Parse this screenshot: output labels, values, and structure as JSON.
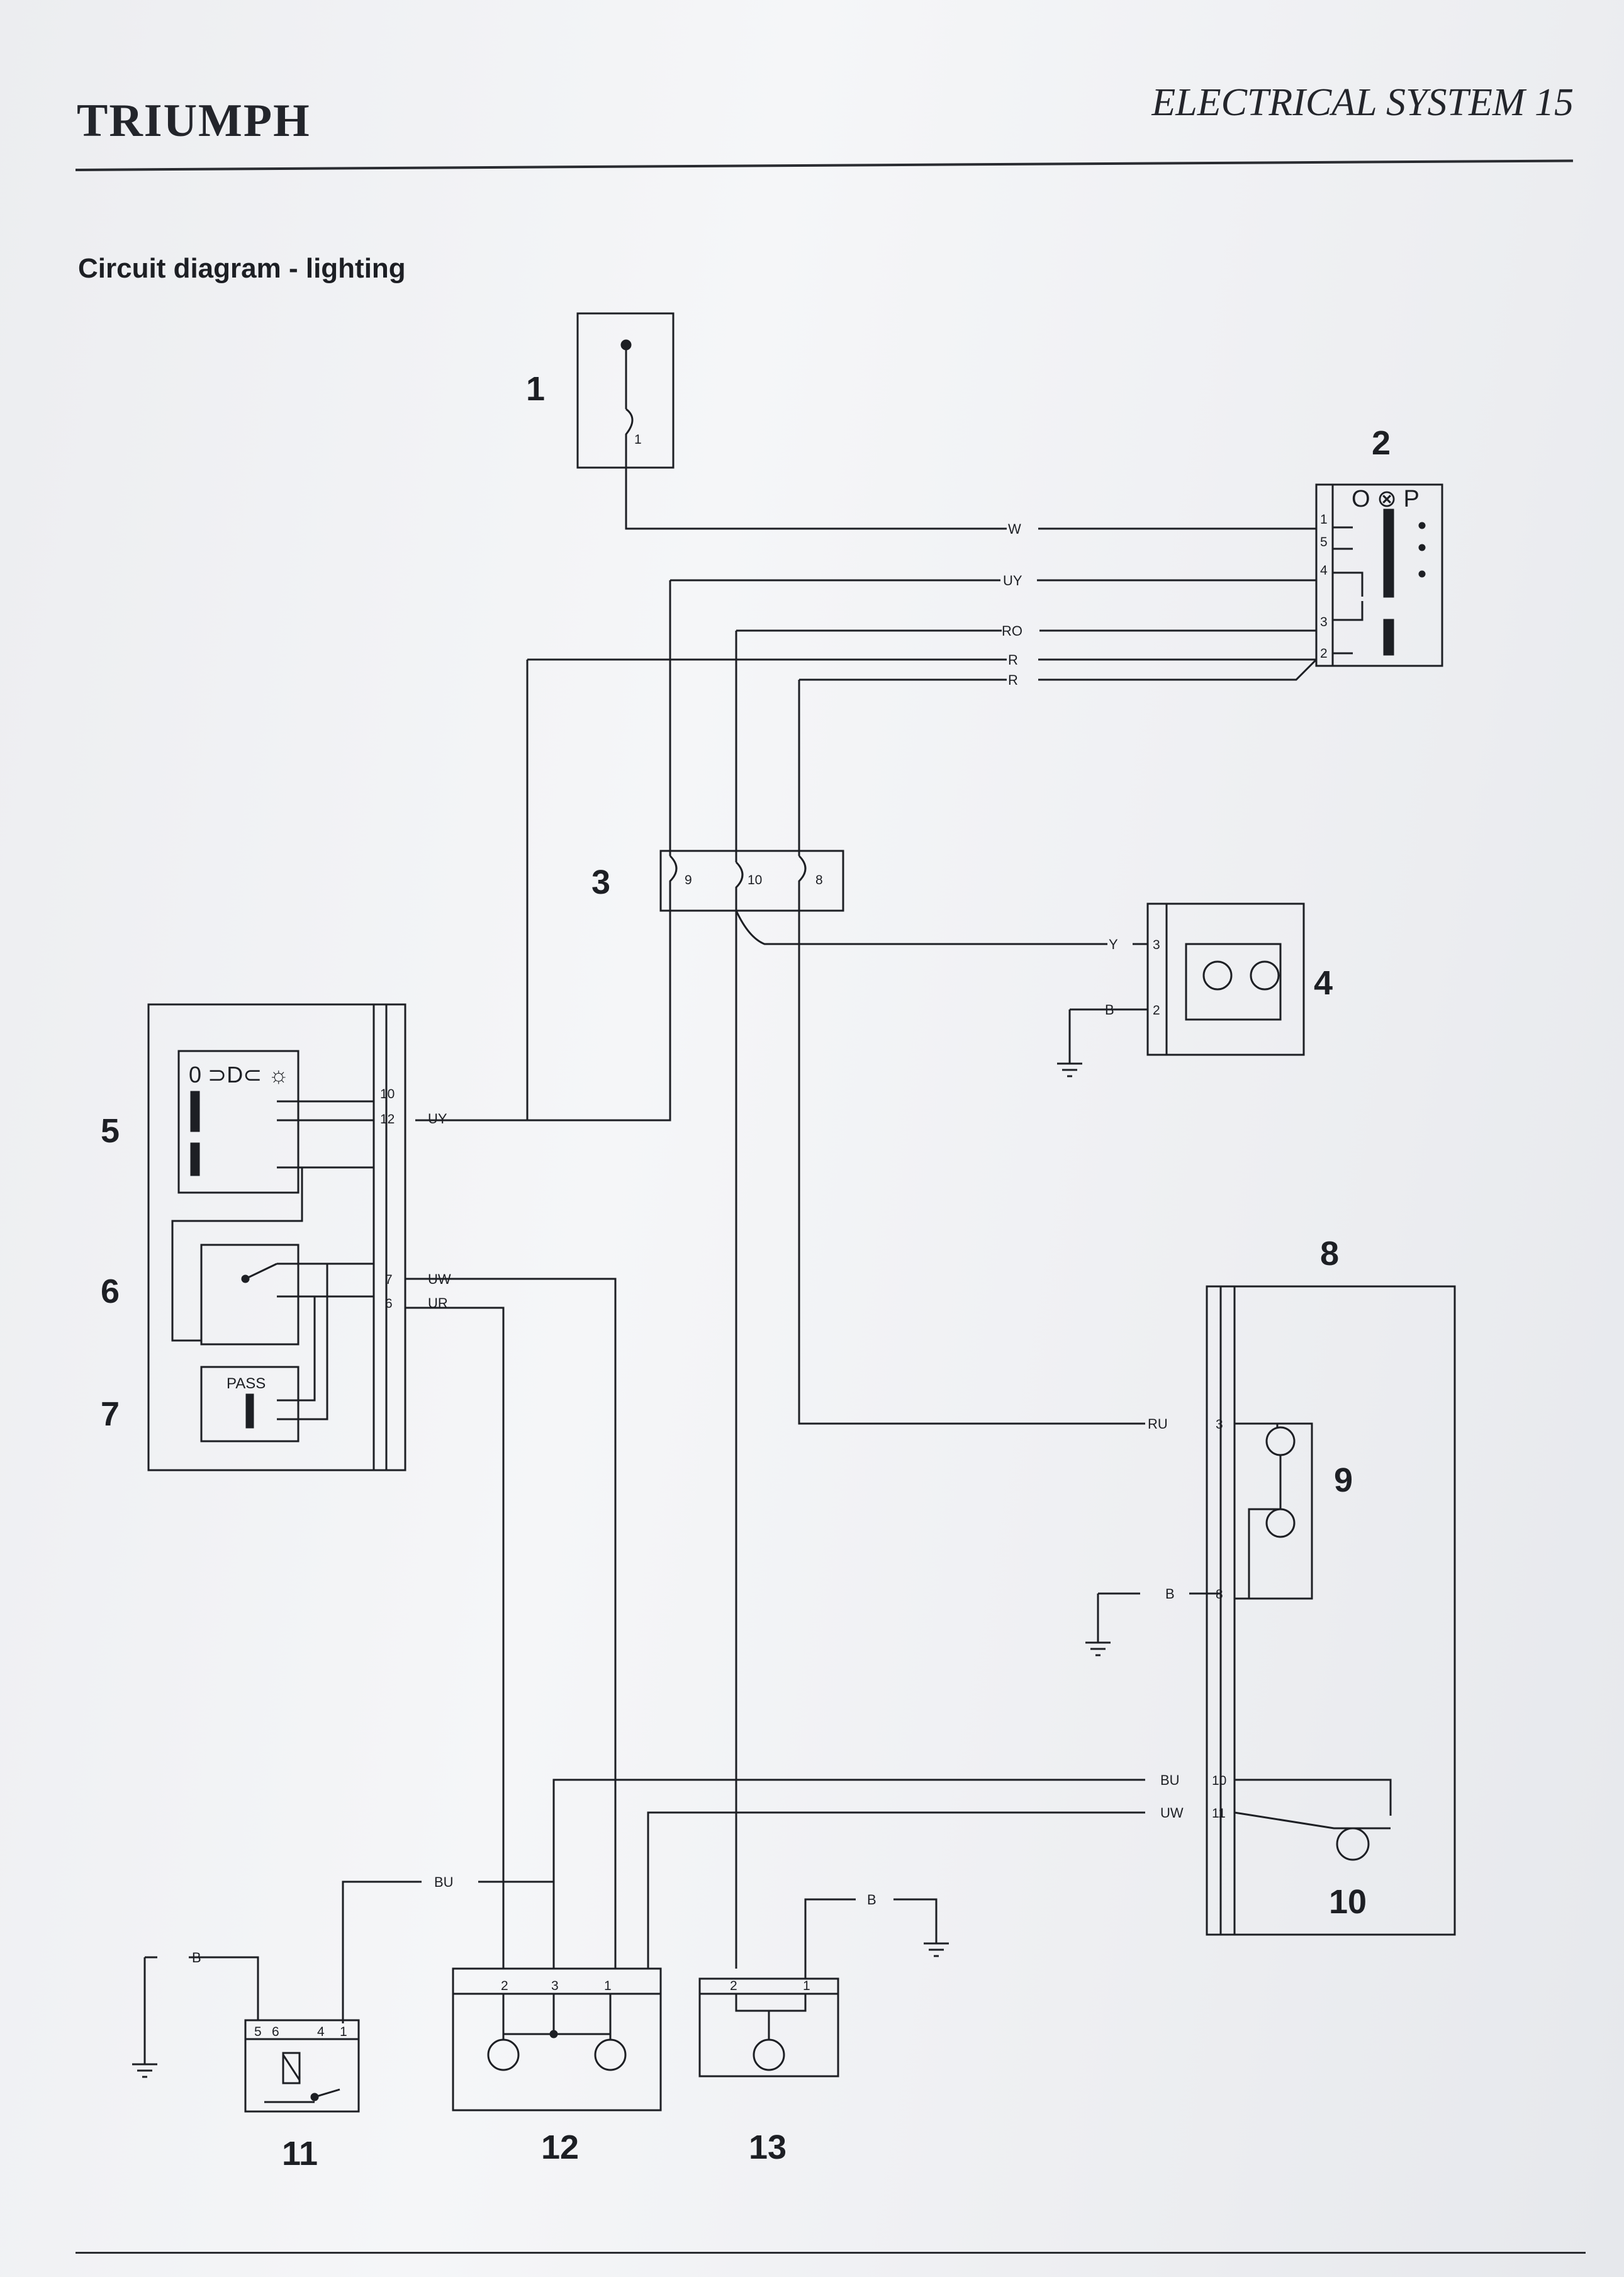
{
  "header": {
    "brand": "TRIUMPH",
    "section": "ELECTRICAL SYSTEM 15"
  },
  "diagram": {
    "title": "Circuit diagram - lighting",
    "components": [
      "1",
      "2",
      "3",
      "4",
      "5",
      "6",
      "7",
      "8",
      "9",
      "10",
      "11",
      "12",
      "13"
    ],
    "wire_labels": {
      "w": "W",
      "uy_top": "UY",
      "ro": "RO",
      "r1": "R",
      "r2": "R",
      "y": "Y",
      "b4": "B",
      "uy5": "UY",
      "uw6": "UW",
      "ur6": "UR",
      "ru": "RU",
      "b9": "B",
      "bu10": "BU",
      "uw11": "UW",
      "bu_left": "BU",
      "b11": "B",
      "b13": "B"
    },
    "pins": {
      "c1": "1",
      "c2": [
        "1",
        "5",
        "4",
        "3",
        "2"
      ],
      "c3": [
        "9",
        "10",
        "8"
      ],
      "c4": [
        "3",
        "2"
      ],
      "c5": [
        "10",
        "12"
      ],
      "c6": [
        "7",
        "6"
      ],
      "c8": [
        "3",
        "8",
        "10",
        "11"
      ],
      "c11": [
        "5",
        "6",
        "4",
        "1"
      ],
      "c12": [
        "2",
        "3",
        "1"
      ],
      "c13": [
        "2",
        "1"
      ]
    },
    "switch_labels": {
      "c2_positions": "O ⊗ P",
      "c5_positions": "0 ⊃D⊂ ☼",
      "c7": "PASS"
    }
  }
}
